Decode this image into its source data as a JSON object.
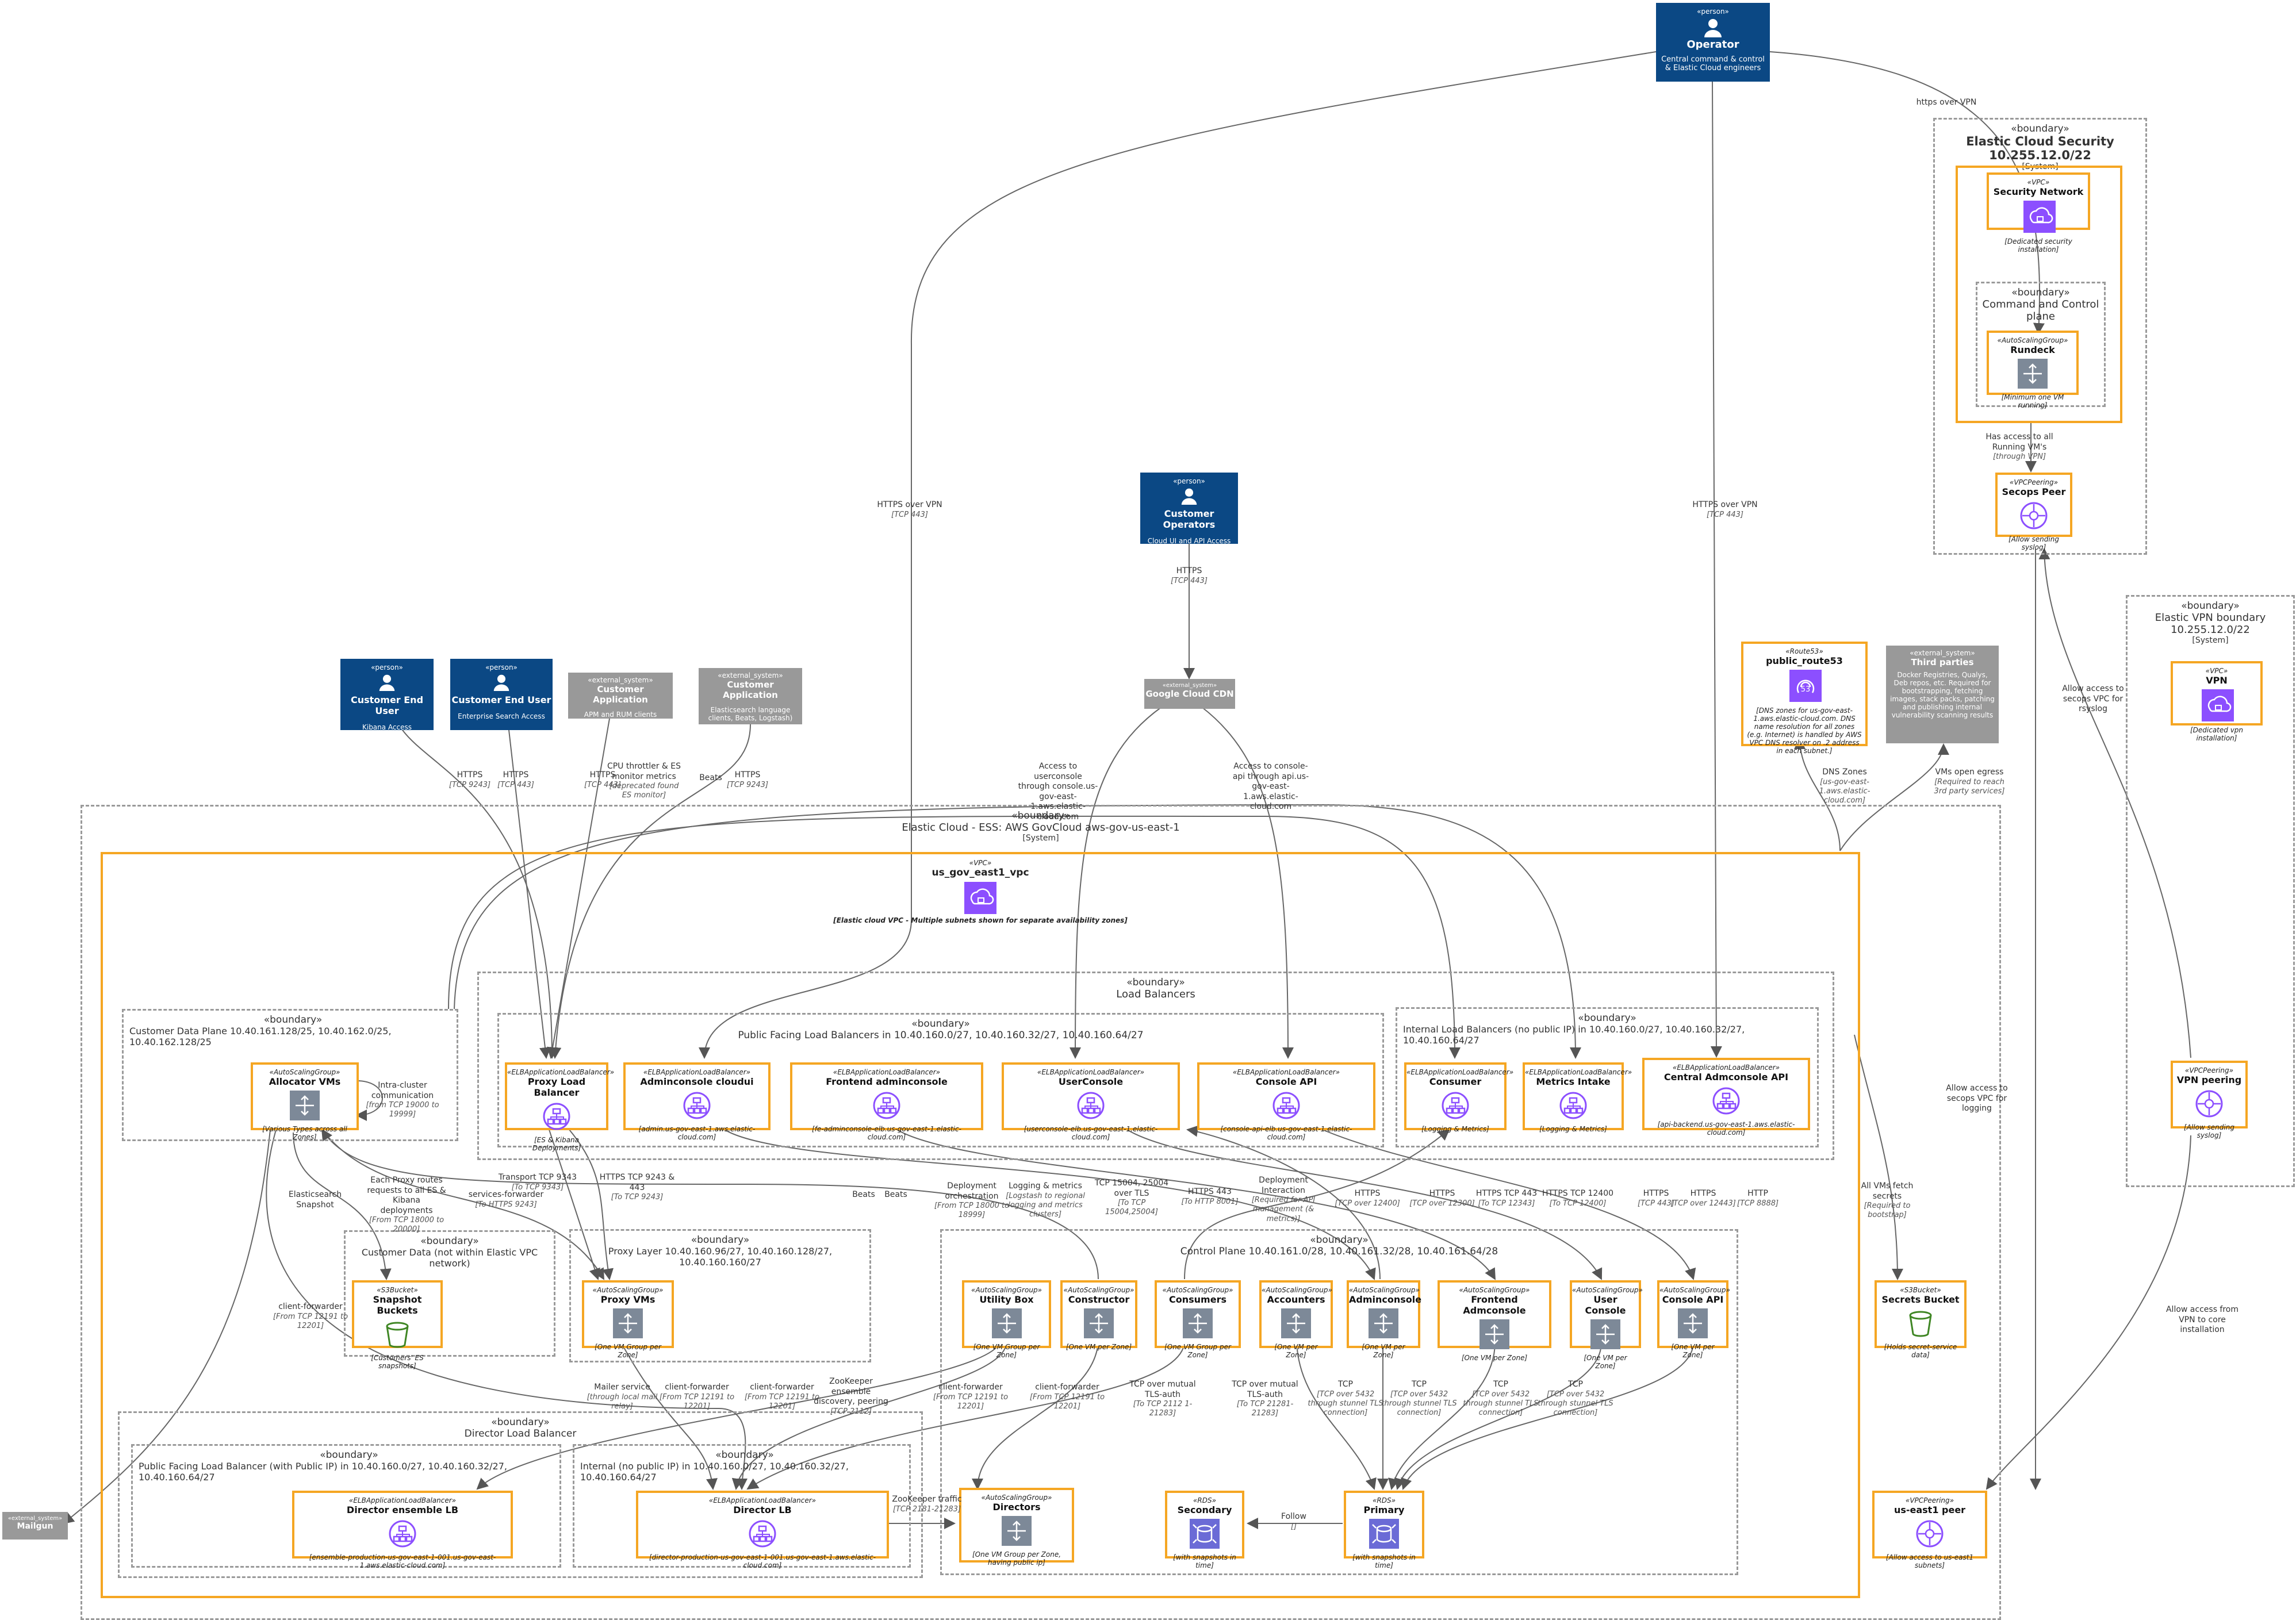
{
  "colors": {
    "person": "#0b4884",
    "external": "#999999",
    "accent": "#f5a623",
    "icon_purple": "#8c4fff",
    "icon_gray": "#7d8998"
  },
  "people": [
    {
      "id": "operator",
      "stereo": "«person»",
      "title": "Operator",
      "desc": "Central command & control & Elastic Cloud engineers"
    },
    {
      "id": "custops",
      "stereo": "«person»",
      "title": "Customer Operators",
      "desc": "Cloud UI and API Access"
    },
    {
      "id": "kibana",
      "stereo": "«person»",
      "title": "Customer End User",
      "desc": "Kibana Access"
    },
    {
      "id": "entsearch",
      "stereo": "«person»",
      "title": "Customer End User",
      "desc": "Enterprise Search Access"
    }
  ],
  "externals": [
    {
      "id": "apm",
      "stereo": "«external_system»",
      "title": "Customer Application",
      "desc": "APM and RUM clients"
    },
    {
      "id": "esapp",
      "stereo": "«external_system»",
      "title": "Customer Application",
      "desc": "Elasticsearch language clients, Beats, Logstash)"
    },
    {
      "id": "cdn",
      "stereo": "«external_system»",
      "title": "Google Cloud CDN",
      "desc": ""
    },
    {
      "id": "third",
      "stereo": "«external_system»",
      "title": "Third parties",
      "desc": "Docker Registries, Qualys, Deb repos, etc. Required for bootstrapping, fetching images, stack packs, patching and publishing internal vulnerability scanning results"
    },
    {
      "id": "mailgun",
      "stereo": "«external_system»",
      "title": "Mailgun",
      "desc": ""
    }
  ],
  "boundaries": [
    {
      "id": "ecs",
      "stereo": "«boundary»",
      "title": "Elastic Cloud Security 10.255.12.0/22",
      "type": "[System]"
    },
    {
      "id": "cc",
      "stereo": "«boundary»",
      "title": "Command and Control plane",
      "type": ""
    },
    {
      "id": "vpnb",
      "stereo": "«boundary»",
      "title": "Elastic VPN boundary 10.255.12.0/22",
      "type": "[System]"
    },
    {
      "id": "main",
      "stereo": "«boundary»",
      "title": "Elastic Cloud - ESS: AWS GovCloud aws-gov-us-east-1",
      "type": "[System]"
    },
    {
      "id": "lb",
      "stereo": "«boundary»",
      "title": "Load Balancers",
      "type": ""
    },
    {
      "id": "publb",
      "stereo": "«boundary»",
      "title": "Public Facing Load Balancers in 10.40.160.0/27, 10.40.160.32/27, 10.40.160.64/27",
      "type": ""
    },
    {
      "id": "intlb",
      "stereo": "«boundary»",
      "title": "Internal Load Balancers (no public IP) in 10.40.160.0/27, 10.40.160.32/27, 10.40.160.64/27",
      "type": ""
    },
    {
      "id": "cdp",
      "stereo": "«boundary»",
      "title": "Customer Data Plane 10.40.161.128/25, 10.40.162.0/25, 10.40.162.128/25",
      "type": ""
    },
    {
      "id": "cdata",
      "stereo": "«boundary»",
      "title": "Customer Data (not within Elastic VPC network)",
      "type": ""
    },
    {
      "id": "proxy",
      "stereo": "«boundary»",
      "title": "Proxy Layer 10.40.160.96/27, 10.40.160.128/27, 10.40.160.160/27",
      "type": ""
    },
    {
      "id": "cp",
      "stereo": "«boundary»",
      "title": "Control Plane 10.40.161.0/28, 10.40.161.32/28, 10.40.161.64/28",
      "type": ""
    },
    {
      "id": "dlb",
      "stereo": "«boundary»",
      "title": "Director Load Balancer",
      "type": ""
    },
    {
      "id": "dlbpub",
      "stereo": "«boundary»",
      "title": "Public Facing Load Balancer (with Public IP) in 10.40.160.0/27, 10.40.160.32/27, 10.40.160.64/27",
      "type": ""
    },
    {
      "id": "dlbint",
      "stereo": "«boundary»",
      "title": "Internal (no public IP) in 10.40.160.0/27, 10.40.160.32/27, 10.40.160.64/27",
      "type": ""
    }
  ],
  "vpc_main": {
    "stereo": "«VPC»",
    "title": "us_gov_east1_vpc",
    "desc": "[Elastic cloud VPC - Multiple subnets shown for separate availability zones]"
  },
  "nodes": [
    {
      "id": "secnet",
      "icon": "vpc-icon",
      "stereo": "«VPC»",
      "title": "Security Network",
      "desc": "[Dedicated security installation]"
    },
    {
      "id": "rundeck",
      "icon": "autoscaling-icon",
      "stereo": "«AutoScalingGroup»",
      "title": "Rundeck",
      "desc": "[Minimum one VM running]"
    },
    {
      "id": "secpeer",
      "icon": "peering-icon",
      "stereo": "«VPCPeering»",
      "title": "Secops Peer",
      "desc": "[Allow sending syslog]"
    },
    {
      "id": "vpn",
      "icon": "vpc-icon",
      "stereo": "«VPC»",
      "title": "VPN",
      "desc": "[Dedicated vpn installation]"
    },
    {
      "id": "vpnpeer",
      "icon": "peering-icon",
      "stereo": "«VPCPeering»",
      "title": "VPN peering",
      "desc": "[Allow sending syslog]"
    },
    {
      "id": "route53",
      "icon": "route53-icon",
      "stereo": "«Route53»",
      "title": "public_route53",
      "desc": "[DNS zones for us-gov-east-1.aws.elastic-cloud.com. DNS name resolution for all zones (e.g. Internet) is handled by AWS VPC DNS resolver on .2 address in each subnet.]"
    },
    {
      "id": "alloc",
      "icon": "autoscaling-icon",
      "stereo": "«AutoScalingGroup»",
      "title": "Allocator VMs",
      "desc": "[Various Types across all Zones]"
    },
    {
      "id": "plb",
      "icon": "elb-icon",
      "stereo": "«ELBApplicationLoadBalancer»",
      "title": "Proxy Load Balancer",
      "desc": "[ES & Kibana Deployments]"
    },
    {
      "id": "adminui",
      "icon": "elb-icon",
      "stereo": "«ELBApplicationLoadBalancer»",
      "title": "Adminconsole cloudui",
      "desc": "[admin.us-gov-east-1.aws.elastic-cloud.com]"
    },
    {
      "id": "feadmin",
      "icon": "elb-icon",
      "stereo": "«ELBApplicationLoadBalancer»",
      "title": "Frontend adminconsole",
      "desc": "[fe-adminconsole-elb.us-gov-east-1.elastic-cloud.com]"
    },
    {
      "id": "ucon",
      "icon": "elb-icon",
      "stereo": "«ELBApplicationLoadBalancer»",
      "title": "UserConsole",
      "desc": "[userconsole-elb.us-gov-east-1.elastic-cloud.com]"
    },
    {
      "id": "capi",
      "icon": "elb-icon",
      "stereo": "«ELBApplicationLoadBalancer»",
      "title": "Console API",
      "desc": "[console-api-elb.us-gov-east-1.elastic-cloud.com]"
    },
    {
      "id": "consumer",
      "icon": "elb-icon",
      "stereo": "«ELBApplicationLoadBalancer»",
      "title": "Consumer",
      "desc": "[Logging & Metrics]"
    },
    {
      "id": "metrics",
      "icon": "elb-icon",
      "stereo": "«ELBApplicationLoadBalancer»",
      "title": "Metrics Intake",
      "desc": "[Logging & Metrics]"
    },
    {
      "id": "centralapi",
      "icon": "elb-icon",
      "stereo": "«ELBApplicationLoadBalancer»",
      "title": "Central Admconsole API",
      "desc": "[api-backend.us-gov-east-1.aws.elastic-cloud.com]"
    },
    {
      "id": "snap",
      "icon": "bucket-icon",
      "stereo": "«S3Bucket»",
      "title": "Snapshot Buckets",
      "desc": "[Customers' ES snapshots]"
    },
    {
      "id": "proxyvms",
      "icon": "autoscaling-icon",
      "stereo": "«AutoScalingGroup»",
      "title": "Proxy VMs",
      "desc": "[One VM Group per Zone]"
    },
    {
      "id": "utility",
      "icon": "autoscaling-icon",
      "stereo": "«AutoScalingGroup»",
      "title": "Utility Box",
      "desc": "[One VM Group per Zone]"
    },
    {
      "id": "constructor",
      "icon": "autoscaling-icon",
      "stereo": "«AutoScalingGroup»",
      "title": "Constructor",
      "desc": "[One VM per Zone]"
    },
    {
      "id": "consumers",
      "icon": "autoscaling-icon",
      "stereo": "«AutoScalingGroup»",
      "title": "Consumers",
      "desc": "[One VM Group per Zone]"
    },
    {
      "id": "accountants",
      "icon": "autoscaling-icon",
      "stereo": "«AutoScalingGroup»",
      "title": "Accounters",
      "desc": "[One VM per Zone]"
    },
    {
      "id": "adminconsole",
      "icon": "autoscaling-icon",
      "stereo": "«AutoScalingGroup»",
      "title": "Adminconsole",
      "desc": "[One VM per Zone]"
    },
    {
      "id": "feadminvm",
      "icon": "autoscaling-icon",
      "stereo": "«AutoScalingGroup»",
      "title": "Frontend Admconsole",
      "desc": "[One VM per Zone]"
    },
    {
      "id": "userconsolevm",
      "icon": "autoscaling-icon",
      "stereo": "«AutoScalingGroup»",
      "title": "User Console",
      "desc": "[One VM per Zone]"
    },
    {
      "id": "consoleapivm",
      "icon": "autoscaling-icon",
      "stereo": "«AutoScalingGroup»",
      "title": "Console API",
      "desc": "[One VM per Zone]"
    },
    {
      "id": "secrets",
      "icon": "bucket-icon",
      "stereo": "«S3Bucket»",
      "title": "Secrets Bucket",
      "desc": "[Holds secret-service data]"
    },
    {
      "id": "ensemble",
      "icon": "elb-icon",
      "stereo": "«ELBApplicationLoadBalancer»",
      "title": "Director ensemble LB",
      "desc": "[ensemble-production-us-gov-east-1-001.us-gov-east-1.aws.elastic-cloud.com]"
    },
    {
      "id": "dirlb",
      "icon": "elb-icon",
      "stereo": "«ELBApplicationLoadBalancer»",
      "title": "Director LB",
      "desc": "[director-production-us-gov-east-1-001.us-gov-east-1.aws.elastic-cloud.com]"
    },
    {
      "id": "directors",
      "icon": "autoscaling-icon",
      "stereo": "«AutoScalingGroup»",
      "title": "Directors",
      "desc": "[One VM Group per Zone, having public ip]"
    },
    {
      "id": "secondary",
      "icon": "rds-icon",
      "stereo": "«RDS»",
      "title": "Secondary",
      "desc": "[with snapshots in time]"
    },
    {
      "id": "primary",
      "icon": "rds-icon",
      "stereo": "«RDS»",
      "title": "Primary",
      "desc": "[with snapshots in time]"
    },
    {
      "id": "useast1peer",
      "icon": "peering-icon",
      "stereo": "«VPCPeering»",
      "title": "us-east1 peer",
      "desc": "[Allow access to us-east1 subnets]"
    }
  ],
  "edge_labels": [
    {
      "id": "l1",
      "text": "https over VPN",
      "tech": ""
    },
    {
      "id": "l2",
      "text": "HTTPS over VPN",
      "tech": "[TCP 443]"
    },
    {
      "id": "l3",
      "text": "HTTPS over VPN",
      "tech": "[TCP 443]"
    },
    {
      "id": "l4",
      "text": "Has access to all Running VM's",
      "tech": "[through VPN]"
    },
    {
      "id": "l5",
      "text": "HTTPS",
      "tech": "[TCP 443]"
    },
    {
      "id": "l6",
      "text": "HTTPS",
      "tech": "[TCP 9243]"
    },
    {
      "id": "l7",
      "text": "HTTPS",
      "tech": "[TCP 443]"
    },
    {
      "id": "l8",
      "text": "HTTPS",
      "tech": "[TCP 443]"
    },
    {
      "id": "l9",
      "text": "CPU throttler & ES monitor metrics",
      "tech": "[deprecated found ES monitor]"
    },
    {
      "id": "l10",
      "text": "Beats",
      "tech": ""
    },
    {
      "id": "l11",
      "text": "HTTPS",
      "tech": "[TCP 9243]"
    },
    {
      "id": "l12",
      "text": "Access to userconsole through console.us-gov-east-1.aws.elastic-cloud.com",
      "tech": ""
    },
    {
      "id": "l13",
      "text": "Access to console-api through api.us-gov-east-1.aws.elastic-cloud.com",
      "tech": ""
    },
    {
      "id": "l14",
      "text": "DNS Zones",
      "tech": "[us-gov-east-1.aws.elastic-cloud.com]"
    },
    {
      "id": "l15",
      "text": "VMs open egress",
      "tech": "[Required to reach 3rd party services]"
    },
    {
      "id": "l16",
      "text": "Allow access to secops VPC for rsyslog",
      "tech": ""
    },
    {
      "id": "l17",
      "text": "Allow access to secops VPC for logging",
      "tech": ""
    },
    {
      "id": "l18",
      "text": "Allow access from VPN to core installation",
      "tech": ""
    },
    {
      "id": "l19",
      "text": "Intra-cluster communication",
      "tech": "[from TCP 19000 to 19999]"
    },
    {
      "id": "l20",
      "text": "Elasticsearch Snapshot",
      "tech": ""
    },
    {
      "id": "l21",
      "text": "Each Proxy routes requests to all ES & Kibana deployments",
      "tech": "[From TCP 18000 to 20000]"
    },
    {
      "id": "l22",
      "text": "services-forwarder",
      "tech": "[To HTTPS 9243]"
    },
    {
      "id": "l23",
      "text": "Transport TCP 9343",
      "tech": "[To TCP 9343]"
    },
    {
      "id": "l24",
      "text": "HTTPS TCP 9243 & 443",
      "tech": "[To TCP 9243]"
    },
    {
      "id": "l25",
      "text": "client-forwarder",
      "tech": "[From TCP 12191 to 12201]"
    },
    {
      "id": "l26",
      "text": "Beats",
      "tech": ""
    },
    {
      "id": "l27",
      "text": "Beats",
      "tech": ""
    },
    {
      "id": "l28",
      "text": "Deployment orchestration",
      "tech": "[From TCP 18000 to 18999]"
    },
    {
      "id": "l29",
      "text": "Logging & metrics",
      "tech": "[Logstash to regional logging and metrics clusters]"
    },
    {
      "id": "l30",
      "text": "TCP 15004, 25004 over TLS",
      "tech": "[To TCP 15004,25004]"
    },
    {
      "id": "l31",
      "text": "HTTPS 443",
      "tech": "[To HTTP 8001]"
    },
    {
      "id": "l32",
      "text": "Deployment Interaction",
      "tech": "[Required for API management (& metrics)]"
    },
    {
      "id": "l33",
      "text": "HTTPS",
      "tech": "[TCP over 12400]"
    },
    {
      "id": "l34",
      "text": "HTTPS",
      "tech": "[TCP over 12300]"
    },
    {
      "id": "l35",
      "text": "HTTPS TCP 443",
      "tech": "[To TCP 12343]"
    },
    {
      "id": "l36",
      "text": "HTTPS TCP 12400",
      "tech": "[To TCP 12400]"
    },
    {
      "id": "l37",
      "text": "HTTPS",
      "tech": "[TCP 443]"
    },
    {
      "id": "l38",
      "text": "HTTPS",
      "tech": "[TCP over 12443]"
    },
    {
      "id": "l39",
      "text": "HTTP",
      "tech": "[TCP 8888]"
    },
    {
      "id": "l40",
      "text": "All VMs fetch secrets",
      "tech": "[Required to bootstrap]"
    },
    {
      "id": "l41",
      "text": "Mailer service",
      "tech": "[through local mail relay]"
    },
    {
      "id": "l42",
      "text": "client-forwarder",
      "tech": "[From TCP 12191 to 12201]"
    },
    {
      "id": "l43",
      "text": "client-forwarder",
      "tech": "[From TCP 12191 to 12201]"
    },
    {
      "id": "l44",
      "text": "ZooKeeper ensemble discovery, peering",
      "tech": "[TCP 2112]"
    },
    {
      "id": "l45",
      "text": "client-forwarder",
      "tech": "[From TCP 12191 to 12201]"
    },
    {
      "id": "l46",
      "text": "client-forwarder",
      "tech": "[From TCP 12191 to 12201]"
    },
    {
      "id": "l47",
      "text": "TCP over mutual TLS-auth",
      "tech": "[To TCP 2112 1-21283]"
    },
    {
      "id": "l48",
      "text": "TCP over mutual TLS-auth",
      "tech": "[To TCP 21281-21283]"
    },
    {
      "id": "l49",
      "text": "TCP",
      "tech": "[TCP over 5432 through stunnel TLS connection]"
    },
    {
      "id": "l50",
      "text": "TCP",
      "tech": "[TCP over 5432 through stunnel TLS connection]"
    },
    {
      "id": "l51",
      "text": "TCP",
      "tech": "[TCP over 5432 through stunnel TLS connection]"
    },
    {
      "id": "l52",
      "text": "TCP",
      "tech": "[TCP over 5432 through stunnel TLS connection]"
    },
    {
      "id": "l53",
      "text": "ZooKeeper traffic",
      "tech": "[TCP 2181-21283]"
    },
    {
      "id": "l54",
      "text": "Follow",
      "tech": "[]"
    }
  ]
}
